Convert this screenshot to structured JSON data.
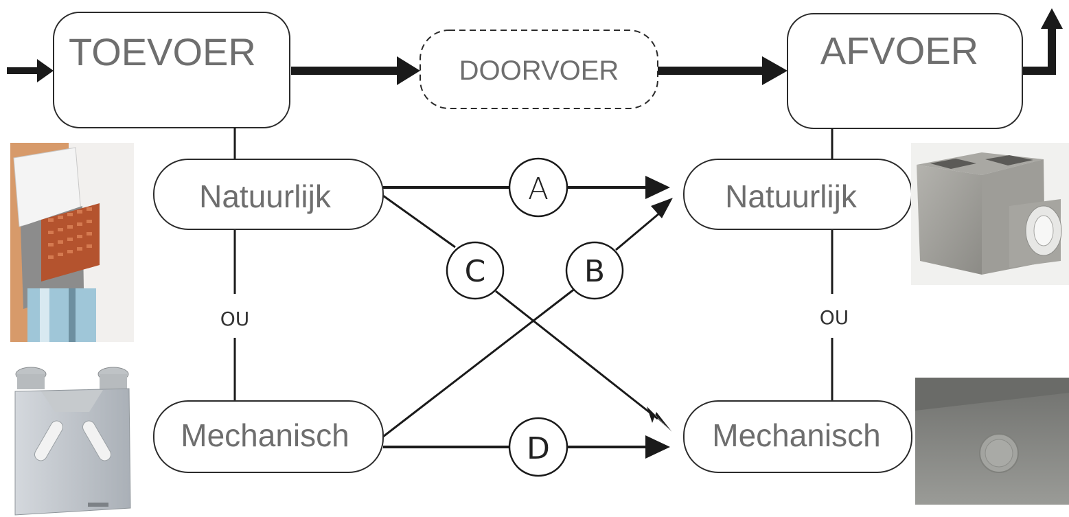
{
  "top": {
    "supply_label": "TOEVOER",
    "pass_label": "DOORVOER",
    "exhaust_label": "AFVOER"
  },
  "supply_column": {
    "natural_label": "Natuurlijk",
    "mechanical_label": "Mechanisch",
    "or_label": "OU"
  },
  "exhaust_column": {
    "natural_label": "Natuurlijk",
    "mechanical_label": "Mechanisch",
    "or_label": "OU"
  },
  "paths": {
    "a": "A",
    "b": "B",
    "c": "C",
    "d": "D"
  },
  "photos": {
    "window_vent": "window-trickle-vent-photo",
    "heat_recovery_unit": "heat-recovery-unit-photo",
    "chimney_duct": "concrete-duct-block-photo",
    "ceiling_valve": "ceiling-extract-valve-photo"
  },
  "colors": {
    "line": "#1a1a1a",
    "box_stroke": "#2b2b2b",
    "text": "#6e6e6e"
  }
}
